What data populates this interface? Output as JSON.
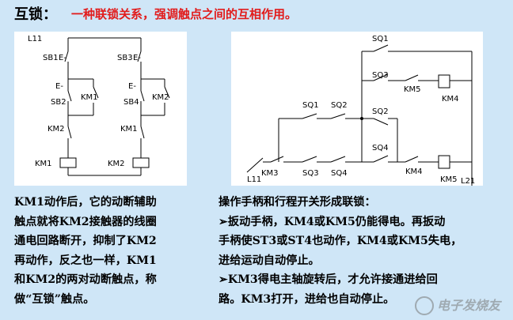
{
  "header": {
    "title": "互锁：",
    "subtitle": "一种联锁关系，强调触点之间的互相作用。"
  },
  "left_diagram": {
    "labels": {
      "l11": "L11",
      "sb1": "SB1",
      "sb3": "SB3",
      "sb2": "SB2",
      "sb4": "SB4",
      "km1_aux_a": "KM1",
      "km2_aux_a": "KM2",
      "km2_nc": "KM2",
      "km1_nc": "KM1",
      "km1_coil": "KM1",
      "km2_coil": "KM2",
      "e1": "E-",
      "e2": "E-",
      "e3": "E-",
      "e4": "E-"
    }
  },
  "right_diagram": {
    "labels": {
      "sq1_top": "SQ1",
      "sq3_top": "SQ3",
      "km5_top": "KM5",
      "km4_coil": "KM4",
      "sq1_mid": "SQ1",
      "sq2_mid": "SQ2",
      "sq2_right": "SQ2",
      "sq4_right": "SQ4",
      "km4_bot": "KM4",
      "km5_coil": "KM5",
      "km3": "KM3",
      "sq3_bot": "SQ3",
      "sq4_bot": "SQ4",
      "l11": "L11",
      "l21": "L21"
    }
  },
  "left_text": {
    "lines": [
      "KM1动作后，它的动断辅助",
      "触点就将KM2接触器的线圈",
      "通电回路断开，抑制了KM2",
      "再动作，反之也一样，KM1",
      "和KM2的两对动断触点，称",
      "做“互锁”触点。"
    ]
  },
  "right_text": {
    "lines": [
      "操作手柄和行程开关形成联锁：",
      "➢扳动手柄，KM4或KM5仍能得电。再扳动",
      "手柄使ST3或ST4也动作，KM4或KM5失电，",
      "进给运动自动停止。",
      "➢KM3得电主轴旋转后，才允许接通进给回",
      "路。KM3打开，进给也自动停止。"
    ]
  },
  "watermark": {
    "text": "电子发烧友"
  },
  "colors": {
    "background": "#cfe6f7",
    "subtitle": "#e21b1b",
    "panel": "#ffffff"
  }
}
